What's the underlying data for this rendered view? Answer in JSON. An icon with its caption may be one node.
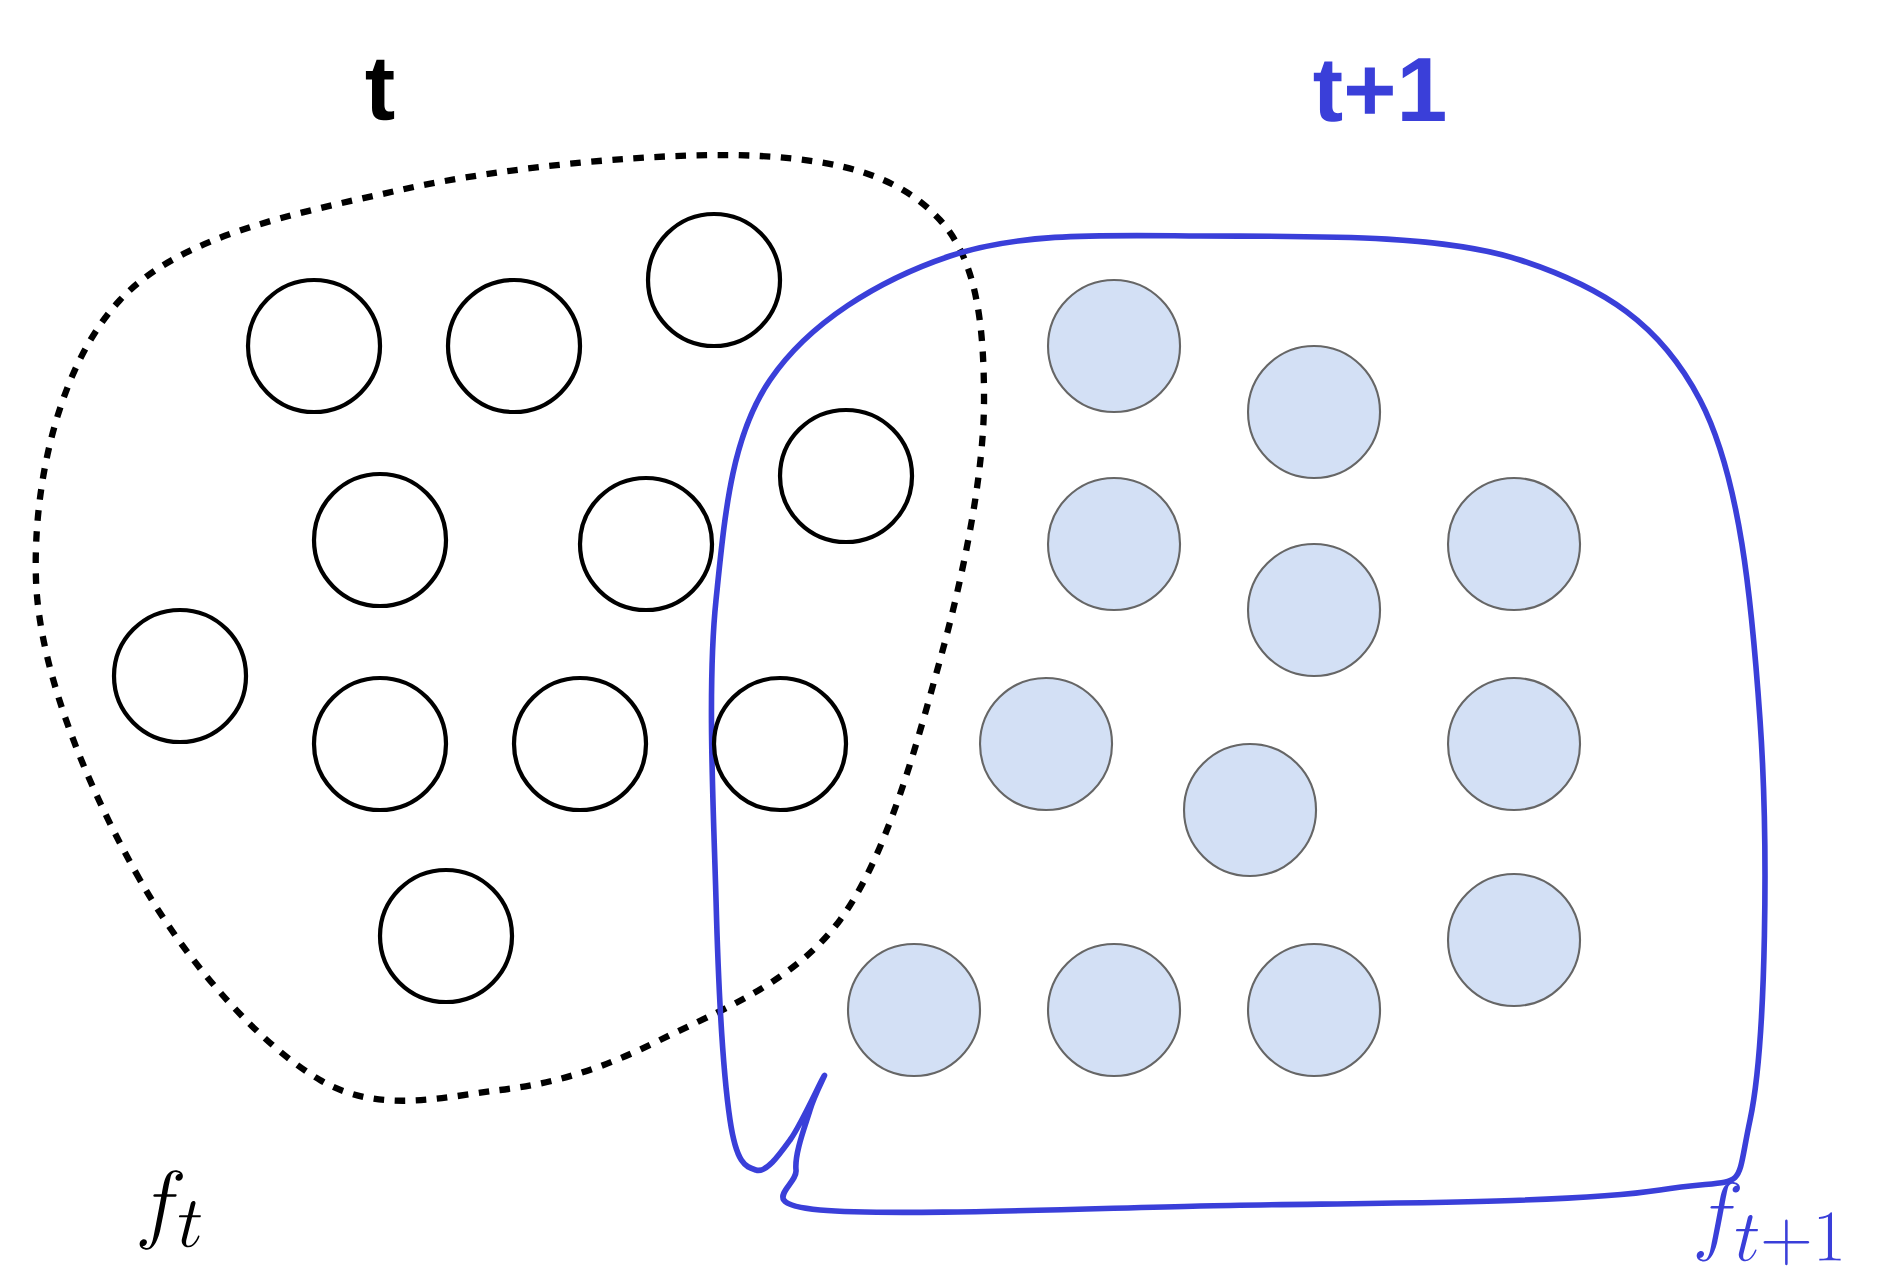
{
  "diagram": {
    "nodes": [
      {
        "text": [
          "t"
        ]
      },
      {
        "text": [
          "t+1"
        ]
      },
      {
        "text": [],
        "shape": "circle",
        "in": 0
      },
      {
        "text": [],
        "shape": "circle",
        "in": 0
      },
      {
        "text": [],
        "shape": "circle",
        "in": 0
      },
      {
        "text": [],
        "shape": "circle",
        "in": 1
      },
      {
        "text": [],
        "shape": "circle",
        "in": 1
      },
      {
        "text": [],
        "shape": "circle"
      },
      {
        "text": [],
        "shape": "circle",
        "in": 0
      },
      {
        "text": [],
        "shape": "circle",
        "in": 0
      },
      {
        "text": [],
        "shape": "circle",
        "in": 1
      },
      {
        "text": [],
        "shape": "circle",
        "in": 1
      },
      {
        "text": [],
        "shape": "circle",
        "in": 1
      },
      {
        "text": [],
        "shape": "circle",
        "in": 0
      },
      {
        "text": [],
        "shape": "circle",
        "in": 0
      },
      {
        "text": [],
        "shape": "circle",
        "in": 0
      },
      {
        "text": [],
        "shape": "circle"
      },
      {
        "text": [],
        "shape": "circle",
        "in": 1
      },
      {
        "text": [],
        "shape": "circle",
        "in": 1
      },
      {
        "text": [],
        "shape": "circle",
        "in": 1
      },
      {
        "text": [],
        "shape": "circle",
        "in": 0
      },
      {
        "text": [],
        "shape": "circle",
        "in": 1
      },
      {
        "text": [],
        "shape": "circle",
        "in": 1
      },
      {
        "text": [],
        "shape": "circle",
        "in": 1
      },
      {
        "text": [],
        "shape": "circle",
        "in": 1
      }
    ],
    "labels": [
      "f_t",
      "f_{t+1}"
    ]
  }
}
